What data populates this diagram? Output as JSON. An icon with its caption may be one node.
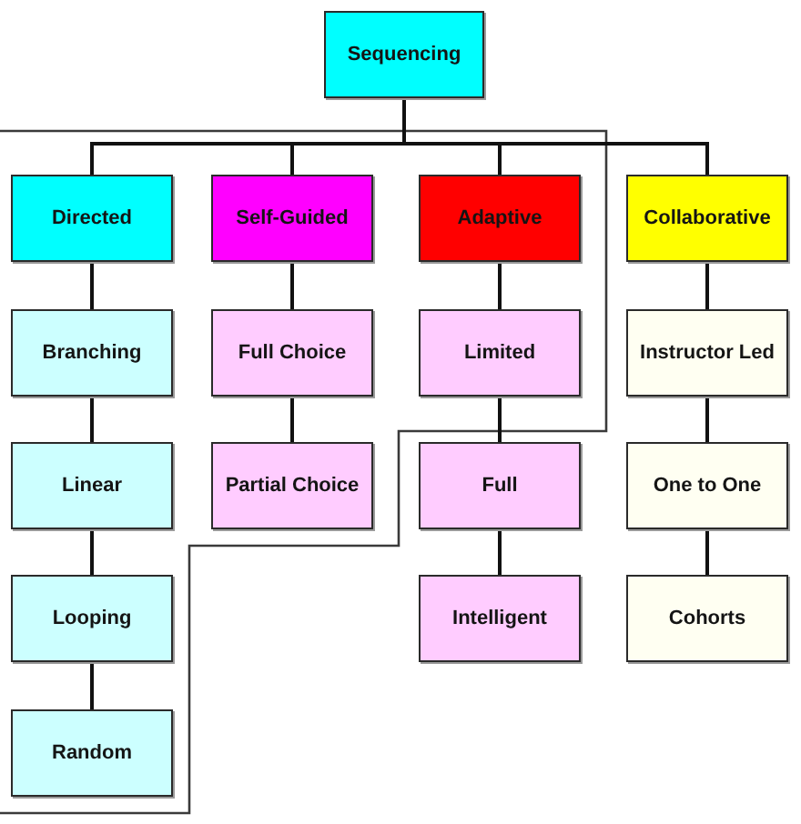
{
  "diagram": {
    "nodes": [
      {
        "text": [
          "Sequencing"
        ]
      },
      {
        "text": [
          "Directed"
        ]
      },
      {
        "text": [
          "Self-Guided"
        ]
      },
      {
        "text": [
          "Adaptive"
        ]
      },
      {
        "text": [
          "Collaborative"
        ]
      },
      {
        "text": [
          "Branching"
        ]
      },
      {
        "text": [
          "Full Choice"
        ]
      },
      {
        "text": [
          "Limited"
        ]
      },
      {
        "text": [
          "Instructor Led"
        ]
      },
      {
        "text": [
          "Linear"
        ]
      },
      {
        "text": [
          "Partial Choice"
        ]
      },
      {
        "text": [
          "Full"
        ]
      },
      {
        "text": [
          "One to One"
        ]
      },
      {
        "text": [
          "Looping"
        ]
      },
      {
        "text": [
          "Intelligent"
        ]
      },
      {
        "text": [
          "Cohorts"
        ]
      },
      {
        "text": [
          "Random"
        ]
      }
    ],
    "edges": [
      {
        "from": 0,
        "to": 1,
        "arrow": "none"
      },
      {
        "from": 0,
        "to": 2,
        "arrow": "none"
      },
      {
        "from": 0,
        "to": 3,
        "arrow": "none"
      },
      {
        "from": 0,
        "to": 4,
        "arrow": "none"
      },
      {
        "from": 1,
        "to": 5,
        "arrow": "none"
      },
      {
        "from": 5,
        "to": 9,
        "arrow": "none"
      },
      {
        "from": 9,
        "to": 13,
        "arrow": "none"
      },
      {
        "from": 13,
        "to": 16,
        "arrow": "none"
      },
      {
        "from": 2,
        "to": 6,
        "arrow": "none"
      },
      {
        "from": 6,
        "to": 10,
        "arrow": "none"
      },
      {
        "from": 3,
        "to": 7,
        "arrow": "none"
      },
      {
        "from": 7,
        "to": 11,
        "arrow": "none"
      },
      {
        "from": 11,
        "to": 14,
        "arrow": "none"
      },
      {
        "from": 4,
        "to": 8,
        "arrow": "none"
      },
      {
        "from": 8,
        "to": 12,
        "arrow": "none"
      },
      {
        "from": 12,
        "to": 15,
        "arrow": "none"
      }
    ]
  }
}
